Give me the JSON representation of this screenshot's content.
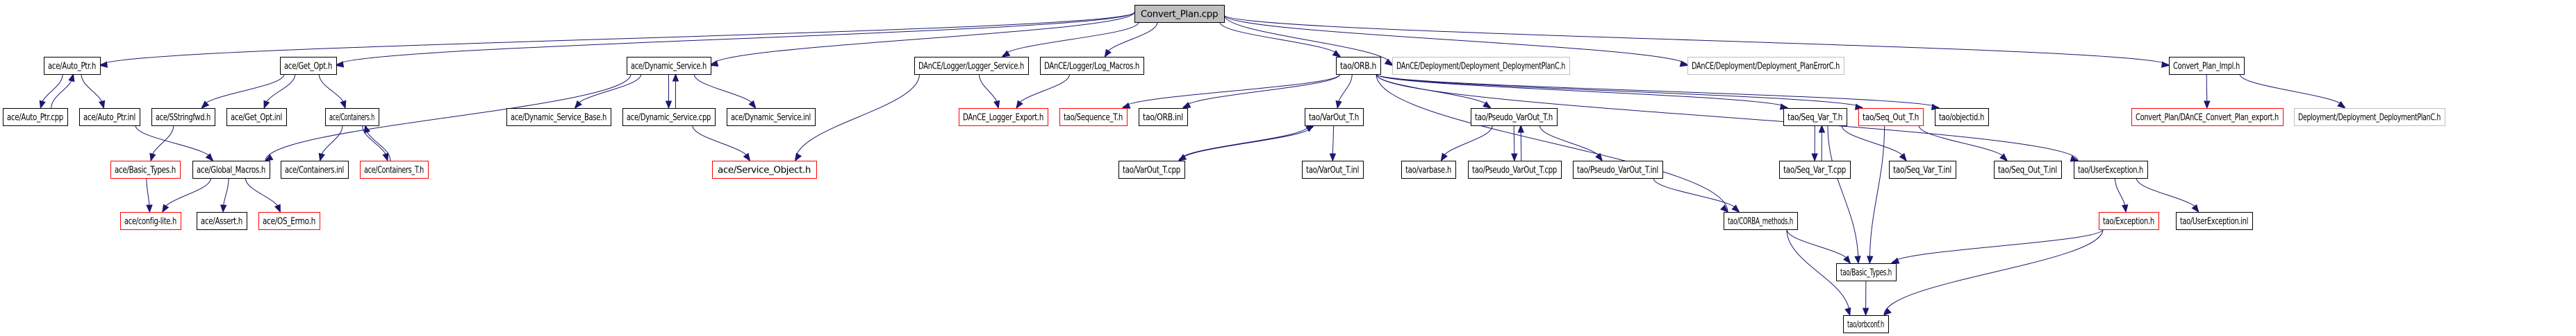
{
  "title": "Convert_Plan.cpp include dependency graph",
  "colors": {
    "edge": "#191970",
    "root_fill": "#bfbfbf",
    "normal_border": "#000000",
    "missing_border": "#ff0000",
    "external_border": "#bfbfbf"
  },
  "nodes": [
    {
      "id": "root",
      "label": "Convert_Plan.cpp",
      "kind": "root"
    },
    {
      "id": "auto_ptr_h",
      "label": "ace/Auto_Ptr.h",
      "kind": "normal"
    },
    {
      "id": "get_opt_h",
      "label": "ace/Get_Opt.h",
      "kind": "normal"
    },
    {
      "id": "dyn_service_h",
      "label": "ace/Dynamic_Service.h",
      "kind": "normal"
    },
    {
      "id": "logger_service_h",
      "label": "DAnCE/Logger/Logger_Service.h",
      "kind": "normal"
    },
    {
      "id": "log_macros_h",
      "label": "DAnCE/Logger/Log_Macros.h",
      "kind": "normal"
    },
    {
      "id": "orb_h",
      "label": "tao/ORB.h",
      "kind": "normal"
    },
    {
      "id": "dance_deploy_planc_h",
      "label": "DAnCE/Deployment/Deployment_DeploymentPlanC.h",
      "kind": "external"
    },
    {
      "id": "dance_plan_errorc_h",
      "label": "DAnCE/Deployment/Deployment_PlanErrorC.h",
      "kind": "external"
    },
    {
      "id": "convert_plan_impl_h",
      "label": "Convert_Plan_Impl.h",
      "kind": "normal"
    },
    {
      "id": "auto_ptr_cpp",
      "label": "ace/Auto_Ptr.cpp",
      "kind": "normal"
    },
    {
      "id": "auto_ptr_inl",
      "label": "ace/Auto_Ptr.inl",
      "kind": "normal"
    },
    {
      "id": "sstringfwd_h",
      "label": "ace/SStringfwd.h",
      "kind": "normal"
    },
    {
      "id": "get_opt_inl",
      "label": "ace/Get_Opt.inl",
      "kind": "normal"
    },
    {
      "id": "containers_h",
      "label": "ace/Containers.h",
      "kind": "normal"
    },
    {
      "id": "dyn_service_base_h",
      "label": "ace/Dynamic_Service_Base.h",
      "kind": "normal"
    },
    {
      "id": "dyn_service_cpp",
      "label": "ace/Dynamic_Service.cpp",
      "kind": "normal"
    },
    {
      "id": "dyn_service_inl",
      "label": "ace/Dynamic_Service.inl",
      "kind": "normal"
    },
    {
      "id": "logger_export_h",
      "label": "DAnCE_Logger_Export.h",
      "kind": "missing"
    },
    {
      "id": "sequence_t_h",
      "label": "tao/Sequence_T.h",
      "kind": "missing"
    },
    {
      "id": "orb_inl",
      "label": "tao/ORB.inl",
      "kind": "normal"
    },
    {
      "id": "varout_t_h",
      "label": "tao/VarOut_T.h",
      "kind": "normal"
    },
    {
      "id": "pseudo_varout_t_h",
      "label": "tao/Pseudo_VarOut_T.h",
      "kind": "normal"
    },
    {
      "id": "seq_var_t_h",
      "label": "tao/Seq_Var_T.h",
      "kind": "normal"
    },
    {
      "id": "seq_out_t_h",
      "label": "tao/Seq_Out_T.h",
      "kind": "missing"
    },
    {
      "id": "objectid_h",
      "label": "tao/objectid.h",
      "kind": "normal"
    },
    {
      "id": "convert_plan_export_h",
      "label": "Convert_Plan/DAnCE_Convert_Plan_export.h",
      "kind": "missing"
    },
    {
      "id": "deploy_planc_h",
      "label": "Deployment/Deployment_DeploymentPlanC.h",
      "kind": "external"
    },
    {
      "id": "ace_basic_types_h",
      "label": "ace/Basic_Types.h",
      "kind": "missing"
    },
    {
      "id": "global_macros_h",
      "label": "ace/Global_Macros.h",
      "kind": "normal"
    },
    {
      "id": "containers_inl",
      "label": "ace/Containers.inl",
      "kind": "normal"
    },
    {
      "id": "containers_t_h",
      "label": "ace/Containers_T.h",
      "kind": "missing"
    },
    {
      "id": "service_object_h",
      "label": "ace/Service_Object.h",
      "kind": "missing"
    },
    {
      "id": "varout_t_cpp",
      "label": "tao/VarOut_T.cpp",
      "kind": "normal"
    },
    {
      "id": "varout_t_inl",
      "label": "tao/VarOut_T.inl",
      "kind": "normal"
    },
    {
      "id": "varbase_h",
      "label": "tao/varbase.h",
      "kind": "normal"
    },
    {
      "id": "pseudo_varout_t_cpp",
      "label": "tao/Pseudo_VarOut_T.cpp",
      "kind": "normal"
    },
    {
      "id": "pseudo_varout_t_inl",
      "label": "tao/Pseudo_VarOut_T.inl",
      "kind": "normal"
    },
    {
      "id": "seq_var_t_cpp",
      "label": "tao/Seq_Var_T.cpp",
      "kind": "normal"
    },
    {
      "id": "seq_var_t_inl",
      "label": "tao/Seq_Var_T.inl",
      "kind": "normal"
    },
    {
      "id": "seq_out_t_inl",
      "label": "tao/Seq_Out_T.inl",
      "kind": "normal"
    },
    {
      "id": "userexception_h",
      "label": "tao/UserException.h",
      "kind": "normal"
    },
    {
      "id": "config_lite_h",
      "label": "ace/config-lite.h",
      "kind": "missing"
    },
    {
      "id": "assert_h",
      "label": "ace/Assert.h",
      "kind": "normal"
    },
    {
      "id": "os_errno_h",
      "label": "ace/OS_Errno.h",
      "kind": "missing"
    },
    {
      "id": "corba_methods_h",
      "label": "tao/CORBA_methods.h",
      "kind": "normal"
    },
    {
      "id": "exception_h",
      "label": "tao/Exception.h",
      "kind": "missing"
    },
    {
      "id": "userexception_inl",
      "label": "tao/UserException.inl",
      "kind": "normal"
    },
    {
      "id": "tao_basic_types_h",
      "label": "tao/Basic_Types.h",
      "kind": "normal"
    },
    {
      "id": "orbconf_h",
      "label": "tao/orbconf.h",
      "kind": "normal"
    }
  ],
  "edges": [
    [
      "root",
      "auto_ptr_h"
    ],
    [
      "root",
      "get_opt_h"
    ],
    [
      "root",
      "dyn_service_h"
    ],
    [
      "root",
      "logger_service_h"
    ],
    [
      "root",
      "log_macros_h"
    ],
    [
      "root",
      "orb_h"
    ],
    [
      "root",
      "dance_deploy_planc_h"
    ],
    [
      "root",
      "dance_plan_errorc_h"
    ],
    [
      "root",
      "convert_plan_impl_h"
    ],
    [
      "auto_ptr_h",
      "auto_ptr_cpp"
    ],
    [
      "auto_ptr_cpp",
      "auto_ptr_h"
    ],
    [
      "auto_ptr_h",
      "auto_ptr_inl"
    ],
    [
      "auto_ptr_inl",
      "global_macros_h"
    ],
    [
      "get_opt_h",
      "sstringfwd_h"
    ],
    [
      "get_opt_h",
      "get_opt_inl"
    ],
    [
      "get_opt_h",
      "containers_h"
    ],
    [
      "sstringfwd_h",
      "ace_basic_types_h"
    ],
    [
      "containers_h",
      "containers_inl"
    ],
    [
      "containers_h",
      "containers_t_h"
    ],
    [
      "containers_t_h",
      "containers_h"
    ],
    [
      "dyn_service_h",
      "global_macros_h"
    ],
    [
      "dyn_service_h",
      "dyn_service_base_h"
    ],
    [
      "dyn_service_h",
      "dyn_service_cpp"
    ],
    [
      "dyn_service_cpp",
      "dyn_service_h"
    ],
    [
      "dyn_service_h",
      "dyn_service_inl"
    ],
    [
      "dyn_service_cpp",
      "service_object_h"
    ],
    [
      "logger_service_h",
      "service_object_h"
    ],
    [
      "logger_service_h",
      "logger_export_h"
    ],
    [
      "log_macros_h",
      "logger_export_h"
    ],
    [
      "ace_basic_types_h",
      "config_lite_h"
    ],
    [
      "global_macros_h",
      "config_lite_h"
    ],
    [
      "global_macros_h",
      "assert_h"
    ],
    [
      "global_macros_h",
      "os_errno_h"
    ],
    [
      "orb_h",
      "sequence_t_h"
    ],
    [
      "orb_h",
      "orb_inl"
    ],
    [
      "orb_h",
      "varout_t_h"
    ],
    [
      "orb_h",
      "corba_methods_h"
    ],
    [
      "orb_h",
      "pseudo_varout_t_h"
    ],
    [
      "orb_h",
      "seq_var_t_h"
    ],
    [
      "orb_h",
      "seq_out_t_h"
    ],
    [
      "orb_h",
      "objectid_h"
    ],
    [
      "orb_h",
      "userexception_h"
    ],
    [
      "varout_t_h",
      "varout_t_cpp"
    ],
    [
      "varout_t_cpp",
      "varout_t_h"
    ],
    [
      "varout_t_h",
      "varout_t_inl"
    ],
    [
      "pseudo_varout_t_h",
      "varbase_h"
    ],
    [
      "pseudo_varout_t_h",
      "pseudo_varout_t_cpp"
    ],
    [
      "pseudo_varout_t_cpp",
      "pseudo_varout_t_h"
    ],
    [
      "pseudo_varout_t_h",
      "pseudo_varout_t_inl"
    ],
    [
      "pseudo_varout_t_inl",
      "corba_methods_h"
    ],
    [
      "seq_var_t_h",
      "seq_var_t_cpp"
    ],
    [
      "seq_var_t_cpp",
      "seq_var_t_h"
    ],
    [
      "seq_var_t_h",
      "seq_var_t_inl"
    ],
    [
      "seq_var_t_h",
      "tao_basic_types_h"
    ],
    [
      "seq_out_t_h",
      "seq_out_t_inl"
    ],
    [
      "seq_out_t_h",
      "tao_basic_types_h"
    ],
    [
      "userexception_h",
      "exception_h"
    ],
    [
      "userexception_h",
      "userexception_inl"
    ],
    [
      "exception_h",
      "tao_basic_types_h"
    ],
    [
      "exception_h",
      "orbconf_h"
    ],
    [
      "corba_methods_h",
      "tao_basic_types_h"
    ],
    [
      "corba_methods_h",
      "orbconf_h"
    ],
    [
      "tao_basic_types_h",
      "orbconf_h"
    ],
    [
      "convert_plan_impl_h",
      "convert_plan_export_h"
    ],
    [
      "convert_plan_impl_h",
      "deploy_planc_h"
    ]
  ]
}
